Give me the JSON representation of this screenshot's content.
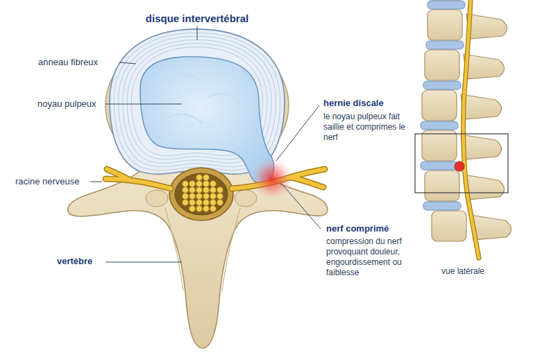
{
  "diagram": {
    "labels": [
      "disque intervertébral",
      "anneau fibreux",
      "noyau pulpeux",
      "hernie discale",
      "le noyau pulpeux fait saillie et comprimes le nerf",
      "racine nerveuse",
      "nerf comprimé",
      "compression du nerf provoquant douleur, engourdissement ou faiblesse",
      "vertèbre",
      "vue latérale"
    ]
  }
}
